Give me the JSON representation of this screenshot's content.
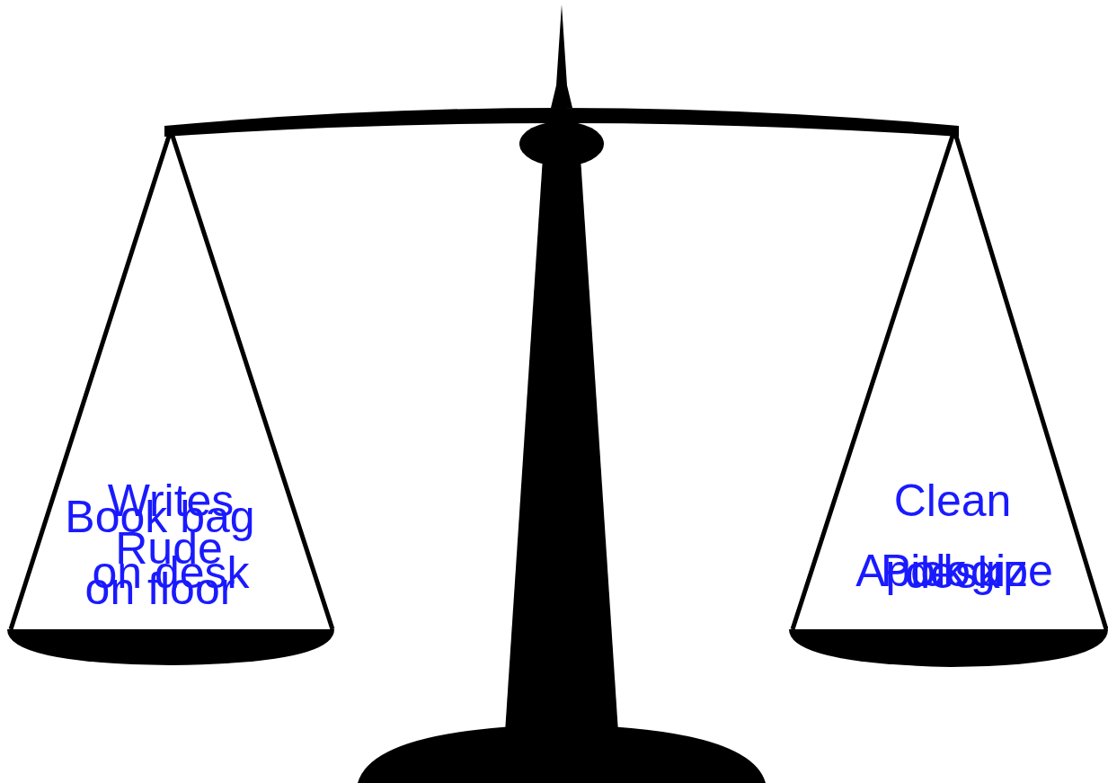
{
  "diagram": {
    "nodes": [
      {
        "text": [
          "Writes on desk",
          "Book bag on floor",
          "Rude"
        ]
      },
      {
        "text": [
          "Clean desk",
          "Pick up",
          "Apologize"
        ]
      }
    ]
  }
}
